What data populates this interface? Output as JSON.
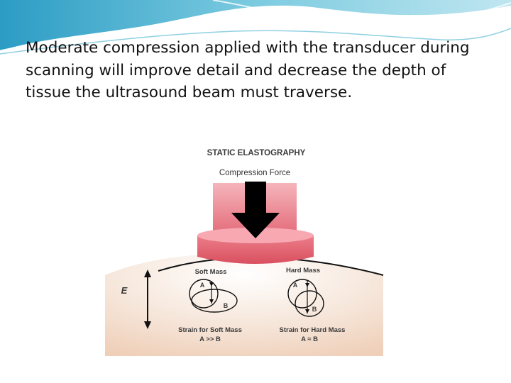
{
  "slide": {
    "body_text": "Moderate compression applied with the transducer during scanning will improve detail and decrease the depth of tissue the ultrasound beam must traverse."
  },
  "figure": {
    "title": "STATIC ELASTOGRAPHY",
    "force_label": "Compression Force",
    "e_label": "E",
    "soft_mass": {
      "label": "Soft Mass",
      "point_a": "A",
      "point_b": "B",
      "strain_label": "Strain for Soft Mass",
      "relation": "A >> B"
    },
    "hard_mass": {
      "label": "Hard Mass",
      "point_a": "A",
      "point_b": "B",
      "strain_label": "Strain for Hard Mass",
      "relation": "A ≈ B"
    }
  },
  "colors": {
    "header_wave": "#5fb7d4",
    "transducer": "#e26a7a",
    "tissue": "#f3dccb",
    "arrow": "#000000"
  }
}
